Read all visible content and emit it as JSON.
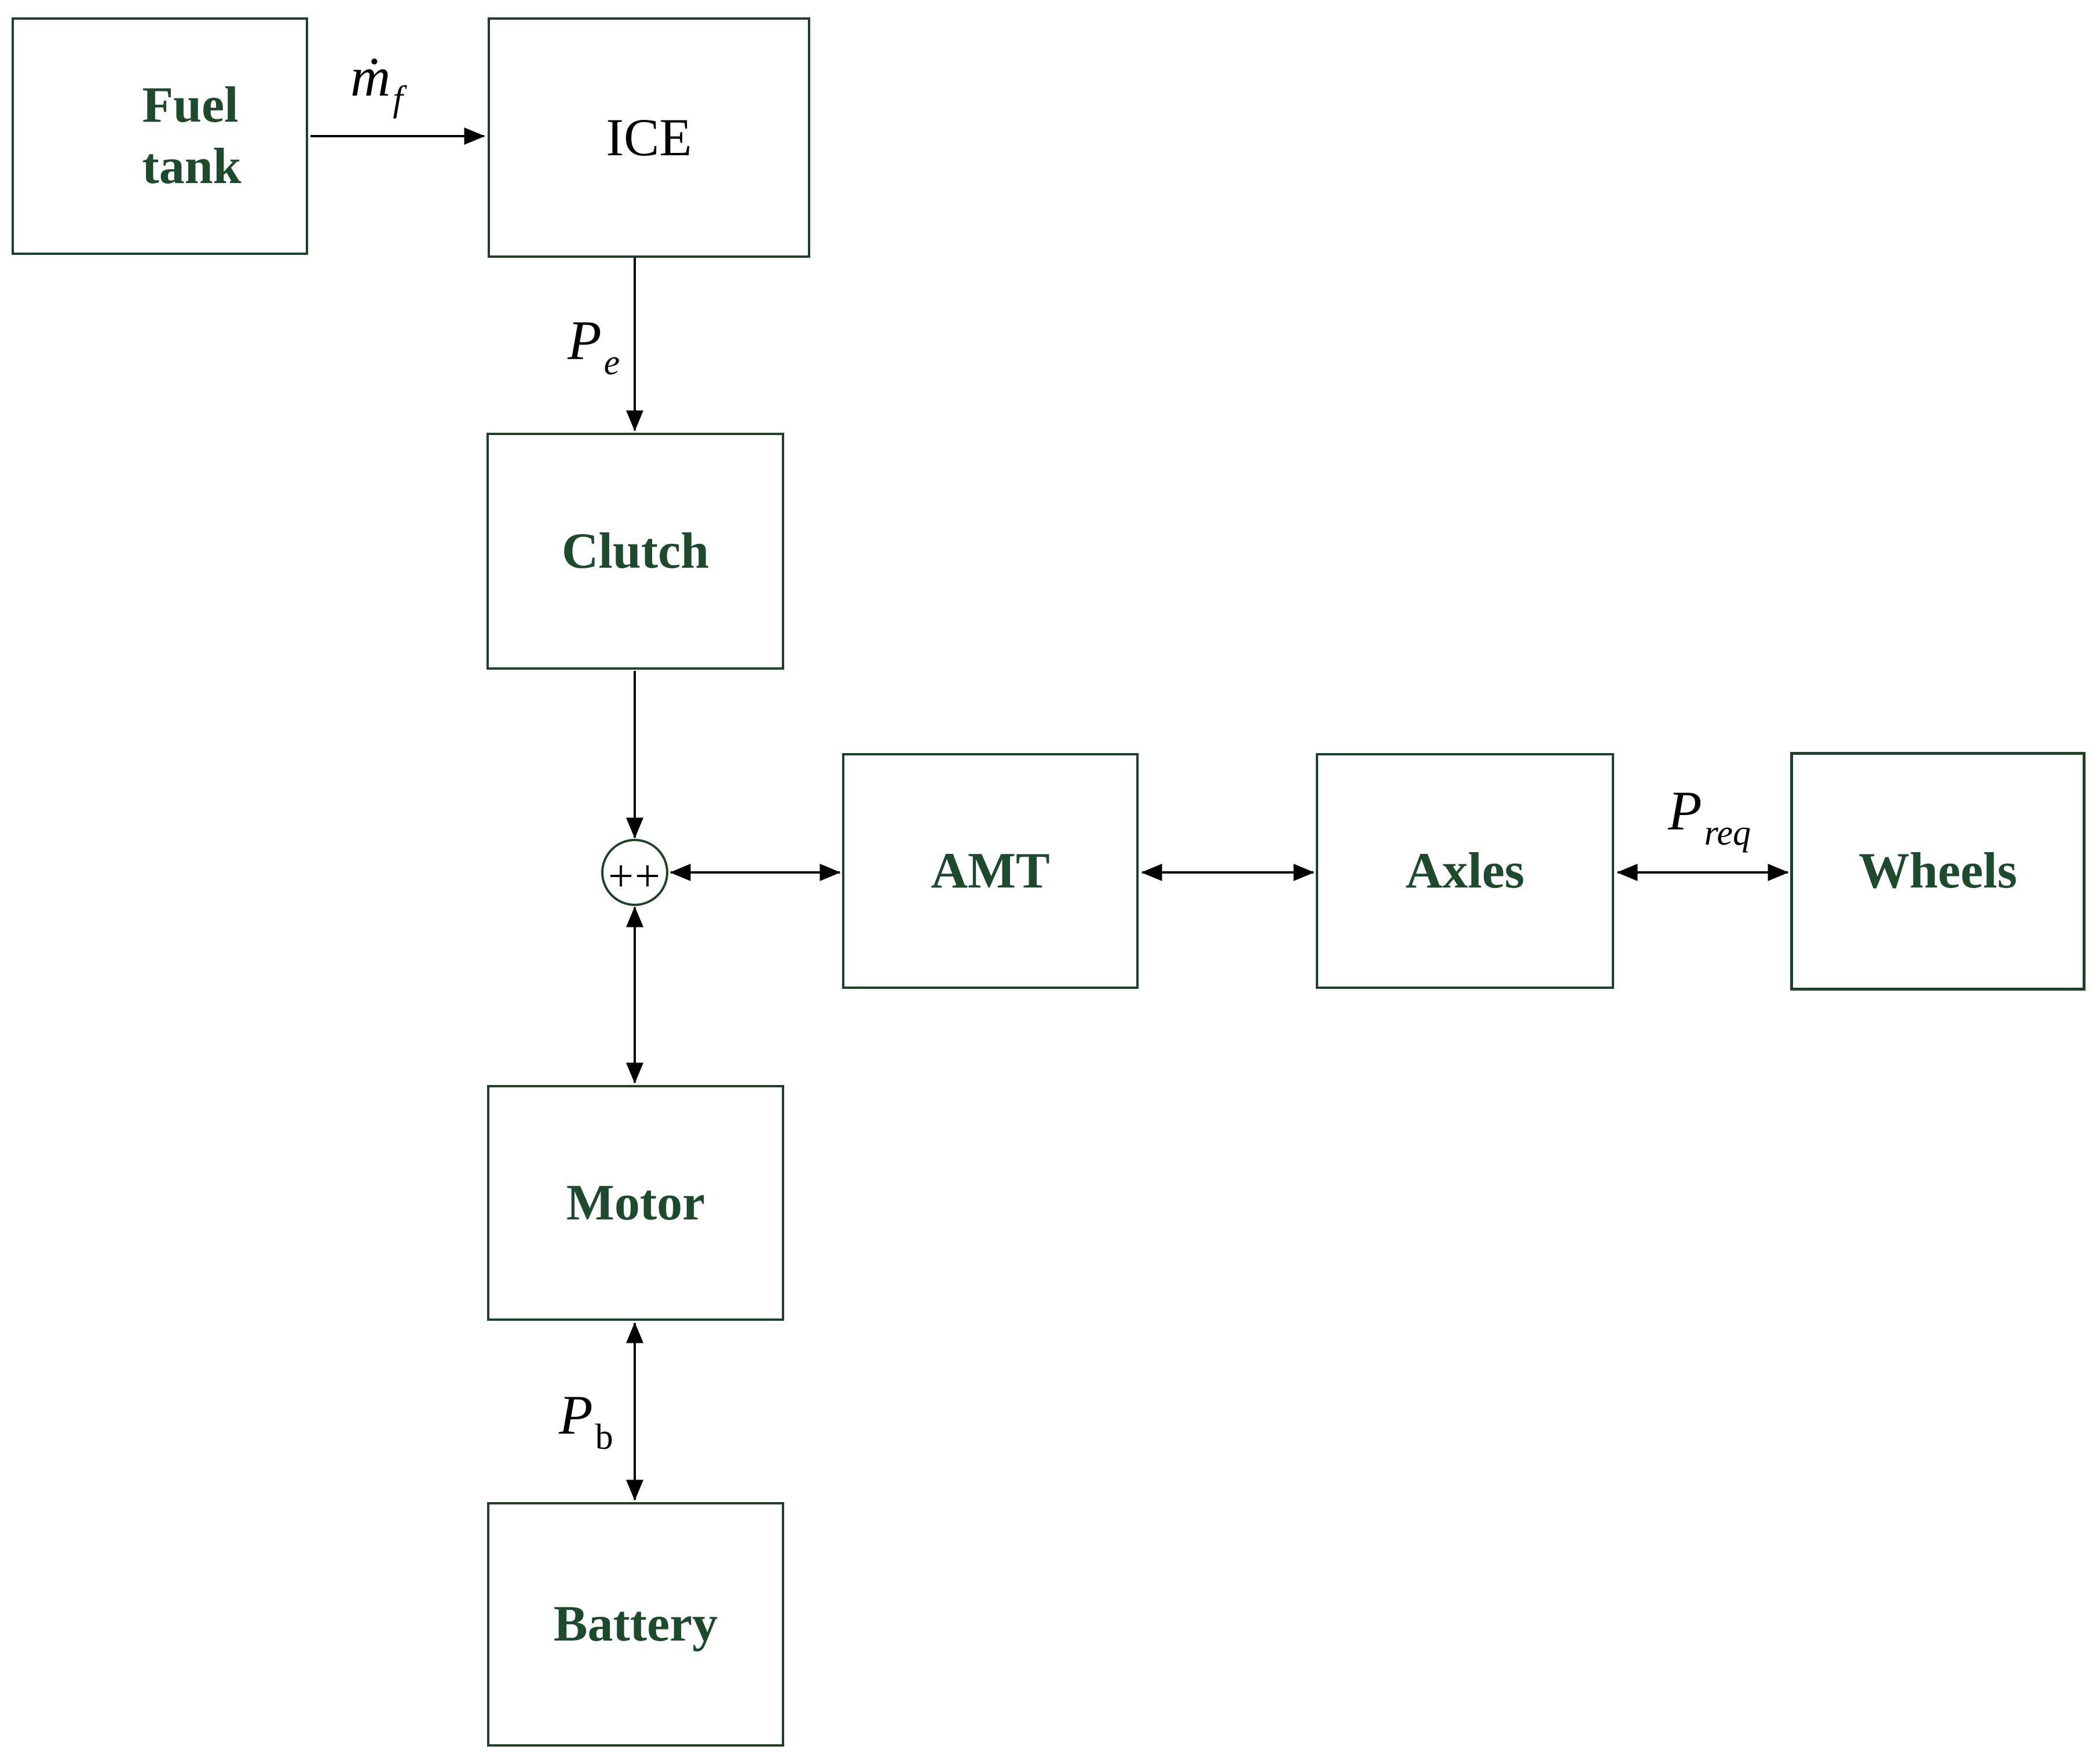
{
  "diagram": {
    "type": "block-diagram",
    "colors": {
      "background": "#ffffff",
      "box_border_green": "#1e4227",
      "label_green": "#1d4a2c",
      "line_black": "#000000"
    },
    "nodes": {
      "fuel_tank": {
        "line1": "Fuel",
        "line2": "tank"
      },
      "ice": {
        "label": "ICE"
      },
      "clutch": {
        "label": "Clutch"
      },
      "amt": {
        "label": "AMT"
      },
      "axles": {
        "label": "Axles"
      },
      "wheels": {
        "label": "Wheels"
      },
      "motor": {
        "label": "Motor"
      },
      "battery": {
        "label": "Battery"
      }
    },
    "junction": {
      "symbol": "++"
    },
    "edge_labels": {
      "fuel_rate": {
        "base": "ṁ",
        "sub": "f"
      },
      "engine_power": {
        "base": "P",
        "sub": "e"
      },
      "request_power": {
        "base": "P",
        "sub": "req"
      },
      "battery_power": {
        "base": "P",
        "sub": "b"
      }
    },
    "edges": [
      {
        "from": "fuel_tank",
        "to": "ice",
        "direction": "one-way",
        "label": "fuel_rate"
      },
      {
        "from": "ice",
        "to": "clutch",
        "direction": "one-way",
        "label": "engine_power"
      },
      {
        "from": "clutch",
        "to": "junction",
        "direction": "one-way",
        "label": ""
      },
      {
        "from": "junction",
        "to": "amt",
        "direction": "two-way",
        "label": ""
      },
      {
        "from": "amt",
        "to": "axles",
        "direction": "two-way",
        "label": ""
      },
      {
        "from": "axles",
        "to": "wheels",
        "direction": "two-way",
        "label": "request_power"
      },
      {
        "from": "junction",
        "to": "motor",
        "direction": "two-way",
        "label": ""
      },
      {
        "from": "motor",
        "to": "battery",
        "direction": "two-way",
        "label": "battery_power"
      }
    ]
  }
}
